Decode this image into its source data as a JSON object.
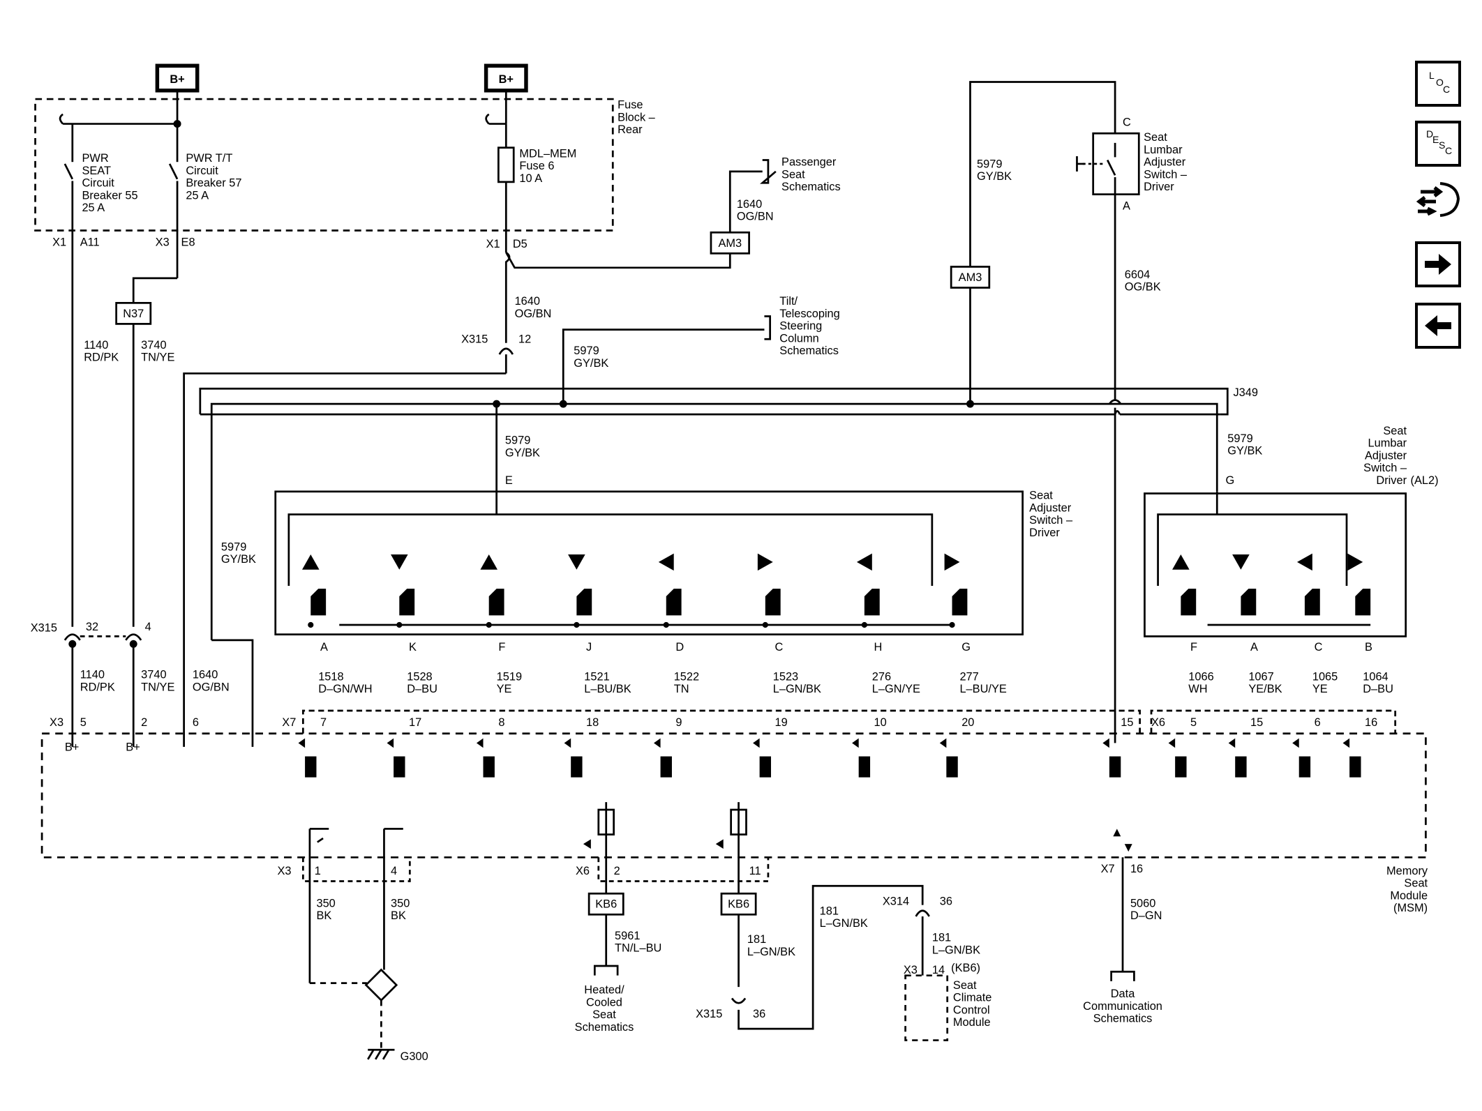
{
  "supply": {
    "bplus_left": "B+",
    "bplus_right": "B+"
  },
  "fuse_block": {
    "title": [
      "Fuse",
      "Block –",
      "Rear"
    ],
    "cb55": [
      "PWR",
      "SEAT",
      "Circuit",
      "Breaker 55",
      "25 A"
    ],
    "cb57": [
      "PWR T/T",
      "Circuit",
      "Breaker 57",
      "25 A"
    ],
    "fuse6": [
      "MDL–MEM",
      "Fuse 6",
      "10 A"
    ]
  },
  "pins_top": {
    "x1a": "X1",
    "a11": "A11",
    "x3": "X3",
    "e8": "E8",
    "x1b": "X1",
    "d5": "D5"
  },
  "splices": {
    "n37": "N37",
    "am3_a": "AM3",
    "am3_b": "AM3",
    "j349": "J349",
    "kb6_a": "KB6",
    "kb6_b": "KB6"
  },
  "wires": {
    "w1140_top": [
      "1140",
      "RD/PK"
    ],
    "w3740_top": [
      "3740",
      "TN/YE"
    ],
    "w1640_pass": [
      "1640",
      "OG/BN"
    ],
    "w1640_mid": [
      "1640",
      "OG/BN"
    ],
    "w5979_tilt": [
      "5979",
      "GY/BK"
    ],
    "w5979_am3": [
      "5979",
      "GY/BK"
    ],
    "w6604": [
      "6604",
      "OG/BK"
    ],
    "w5979_e": [
      "5979",
      "GY/BK"
    ],
    "w5979_g": [
      "5979",
      "GY/BK"
    ],
    "w5979_left": [
      "5979",
      "GY/BK"
    ],
    "w1140_bot": [
      "1140",
      "RD/PK"
    ],
    "w3740_bot": [
      "3740",
      "TN/YE"
    ],
    "w1640_bot": [
      "1640",
      "OG/BN"
    ],
    "w350a": [
      "350",
      "BK"
    ],
    "w350b": [
      "350",
      "BK"
    ],
    "w5961": [
      "5961",
      "TN/L–BU"
    ],
    "w181a": [
      "181",
      "L–GN/BK"
    ],
    "w181b": [
      "181",
      "L–GN/BK"
    ],
    "w181c": [
      "181",
      "L–GN/BK"
    ],
    "w5060": [
      "5060",
      "D–GN"
    ]
  },
  "refs": {
    "passenger": [
      "Passenger",
      "Seat",
      "Schematics"
    ],
    "tilt": [
      "Tilt/",
      "Telescoping",
      "Steering",
      "Column",
      "Schematics"
    ],
    "heated": [
      "Heated/",
      "Cooled",
      "Seat",
      "Schematics"
    ],
    "datacomm": [
      "Data",
      "Communication",
      "Schematics"
    ],
    "climate": [
      "Seat",
      "Climate",
      "Control",
      "Module"
    ]
  },
  "connectors": {
    "x315_12": [
      "X315",
      "12"
    ],
    "x315_32": [
      "X315",
      "32",
      "4"
    ],
    "x7_top": "X7",
    "x6_top": "X6",
    "x3_bot": [
      "X3",
      "1",
      "4"
    ],
    "x6_bot": [
      "X6",
      "2",
      "11"
    ],
    "x7_bot": [
      "X7",
      "16"
    ],
    "x314": [
      "X314",
      "36"
    ],
    "x3_14": [
      "X3",
      "14",
      "(KB6)"
    ],
    "x315_36": [
      "X315",
      "36"
    ],
    "bplus_pins": [
      "X3",
      "5",
      "2",
      "6",
      "B+",
      "B+"
    ],
    "g300": "G300"
  },
  "lumbar_top": {
    "pin_c": "C",
    "pin_a": "A",
    "label": [
      "Seat",
      "Lumbar",
      "Adjuster",
      "Switch –",
      "Driver"
    ]
  },
  "seat_switch": {
    "label": [
      "Seat",
      "Adjuster",
      "Switch –",
      "Driver"
    ],
    "pin_e": "E",
    "circuits": [
      {
        "pin": "A",
        "num": "1518",
        "color": "D–GN/WH",
        "x7": "7"
      },
      {
        "pin": "K",
        "num": "1528",
        "color": "D–BU",
        "x7": "17"
      },
      {
        "pin": "F",
        "num": "1519",
        "color": "YE",
        "x7": "8"
      },
      {
        "pin": "J",
        "num": "1521",
        "color": "L–BU/BK",
        "x7": "18"
      },
      {
        "pin": "D",
        "num": "1522",
        "color": "TN",
        "x7": "9"
      },
      {
        "pin": "C",
        "num": "1523",
        "color": "L–GN/BK",
        "x7": "19"
      },
      {
        "pin": "H",
        "num": "276",
        "color": "L–GN/YE",
        "x7": "10"
      },
      {
        "pin": "G",
        "num": "277",
        "color": "L–BU/YE",
        "x7": "20"
      }
    ],
    "x7_15": "15"
  },
  "lumbar_switch": {
    "label": [
      "Seat",
      "Lumbar",
      "Adjuster",
      "Switch –",
      "Driver"
    ],
    "option": "(AL2)",
    "pin_g": "G",
    "circuits": [
      {
        "pin": "F",
        "num": "1066",
        "color": "WH",
        "x6": "5"
      },
      {
        "pin": "A",
        "num": "1067",
        "color": "YE/BK",
        "x6": "15"
      },
      {
        "pin": "C",
        "num": "1065",
        "color": "YE",
        "x6": "6"
      },
      {
        "pin": "B",
        "num": "1064",
        "color": "D–BU",
        "x6": "16"
      }
    ]
  },
  "msm": {
    "label": [
      "Memory",
      "Seat",
      "Module",
      "(MSM)"
    ]
  },
  "nav": {
    "loc": [
      "L",
      "O",
      "C"
    ],
    "desc": [
      "D",
      "E",
      "S",
      "C"
    ],
    "icons": [
      "connector-icon",
      "arrow-right-icon",
      "arrow-left-icon"
    ]
  }
}
